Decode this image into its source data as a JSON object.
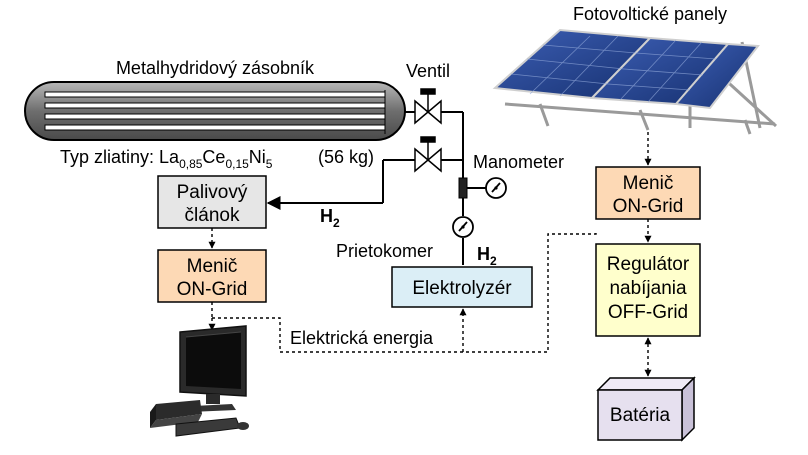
{
  "storage": {
    "title": "Metalhydridový zásobník",
    "alloy_prefix": "Typ zliatiny: La",
    "alloy_sub1": "0,85",
    "alloy_ce": "Ce",
    "alloy_sub2": "0,15",
    "alloy_ni": "Ni",
    "alloy_sub3": "5",
    "mass": "(56 kg)"
  },
  "valve_label": "Ventil",
  "manometer_label": "Manometer",
  "flowmeter_label": "Prietokomer",
  "pv_label": "Fotovoltické panely",
  "h2_main": "H",
  "h2_main_sub": "2",
  "h2_electro": "H",
  "h2_electro_sub": "2",
  "boxes": {
    "fuel_cell": [
      "Palivový",
      "článok"
    ],
    "inverter_left": [
      "Menič",
      "ON-Grid"
    ],
    "inverter_right": [
      "Menič",
      "ON-Grid"
    ],
    "electrolyzer": "Elektrolyzér",
    "charge_regulator": [
      "Regulátor",
      "nabíjania",
      "OFF-Grid"
    ],
    "battery": "Batéria"
  },
  "electric_energy_label": "Elektrická energia",
  "colors": {
    "fuel_cell_fill": "#e6e6e6",
    "inverter_fill": "#fdd9b5",
    "electrolyzer_fill": "#dbeef6",
    "regulator_fill": "#ffffcc",
    "battery_fill": "#e6e0ef",
    "tank_fill": "#7f7f7f",
    "panel_fill": "#1f3d8a"
  }
}
